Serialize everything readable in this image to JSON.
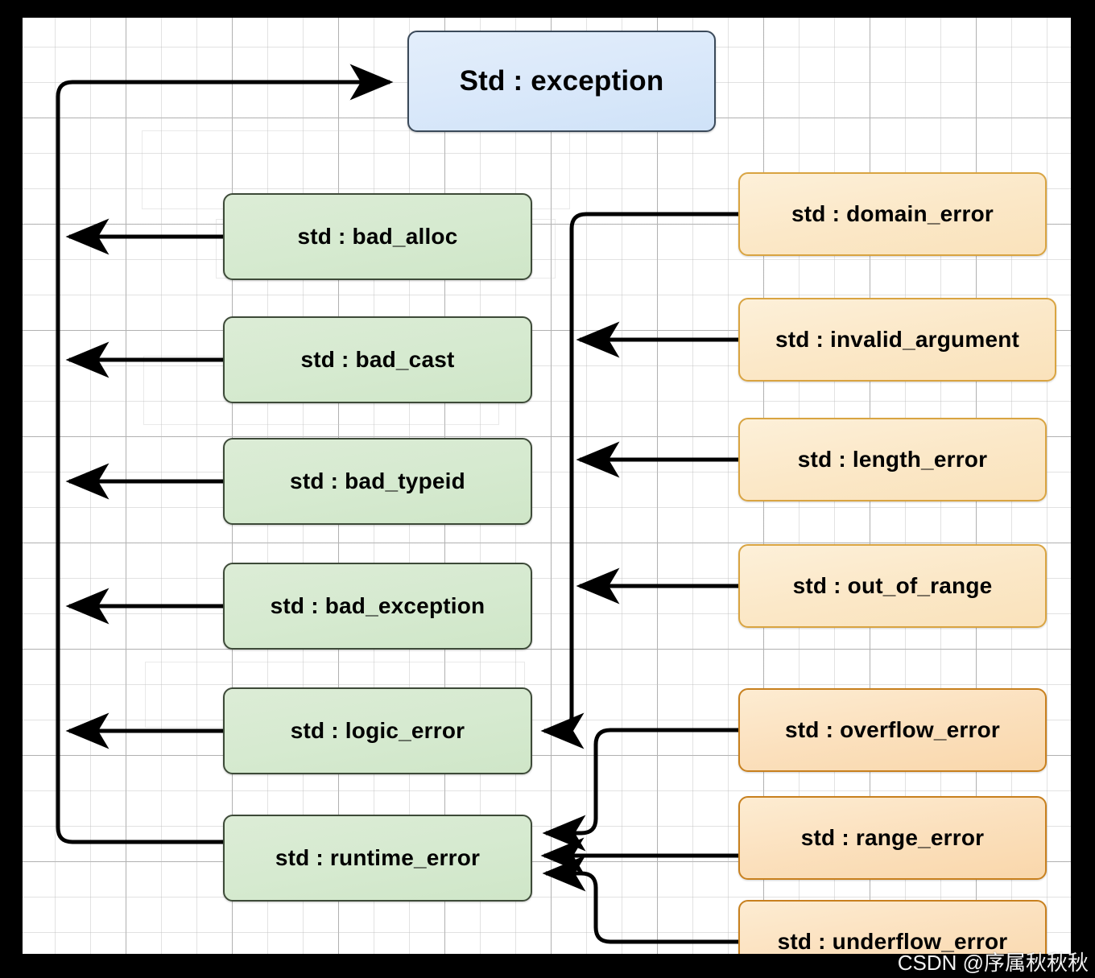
{
  "diagram": {
    "title_box": {
      "label": "Std : exception",
      "color": "#cfe2f8"
    },
    "left_column": [
      {
        "label": "std : bad_alloc"
      },
      {
        "label": "std : bad_cast"
      },
      {
        "label": "std : bad_typeid"
      },
      {
        "label": "std : bad_exception"
      },
      {
        "label": "std : logic_error"
      },
      {
        "label": "std : runtime_error"
      }
    ],
    "right_column": [
      {
        "label": "std : domain_error"
      },
      {
        "label": "std : invalid_argument"
      },
      {
        "label": "std : length_error"
      },
      {
        "label": "std : out_of_range"
      },
      {
        "label": "std : overflow_error"
      },
      {
        "label": "std : range_error"
      },
      {
        "label": "std : underflow_error"
      }
    ],
    "colors": {
      "base": "#cfe2f8",
      "derived": "#d6ead0",
      "leaf": "#fbe8c8",
      "leaf_deep": "#f9d7ab",
      "arrow": "#000000"
    },
    "watermark": "CSDN @序属秋秋秋"
  }
}
